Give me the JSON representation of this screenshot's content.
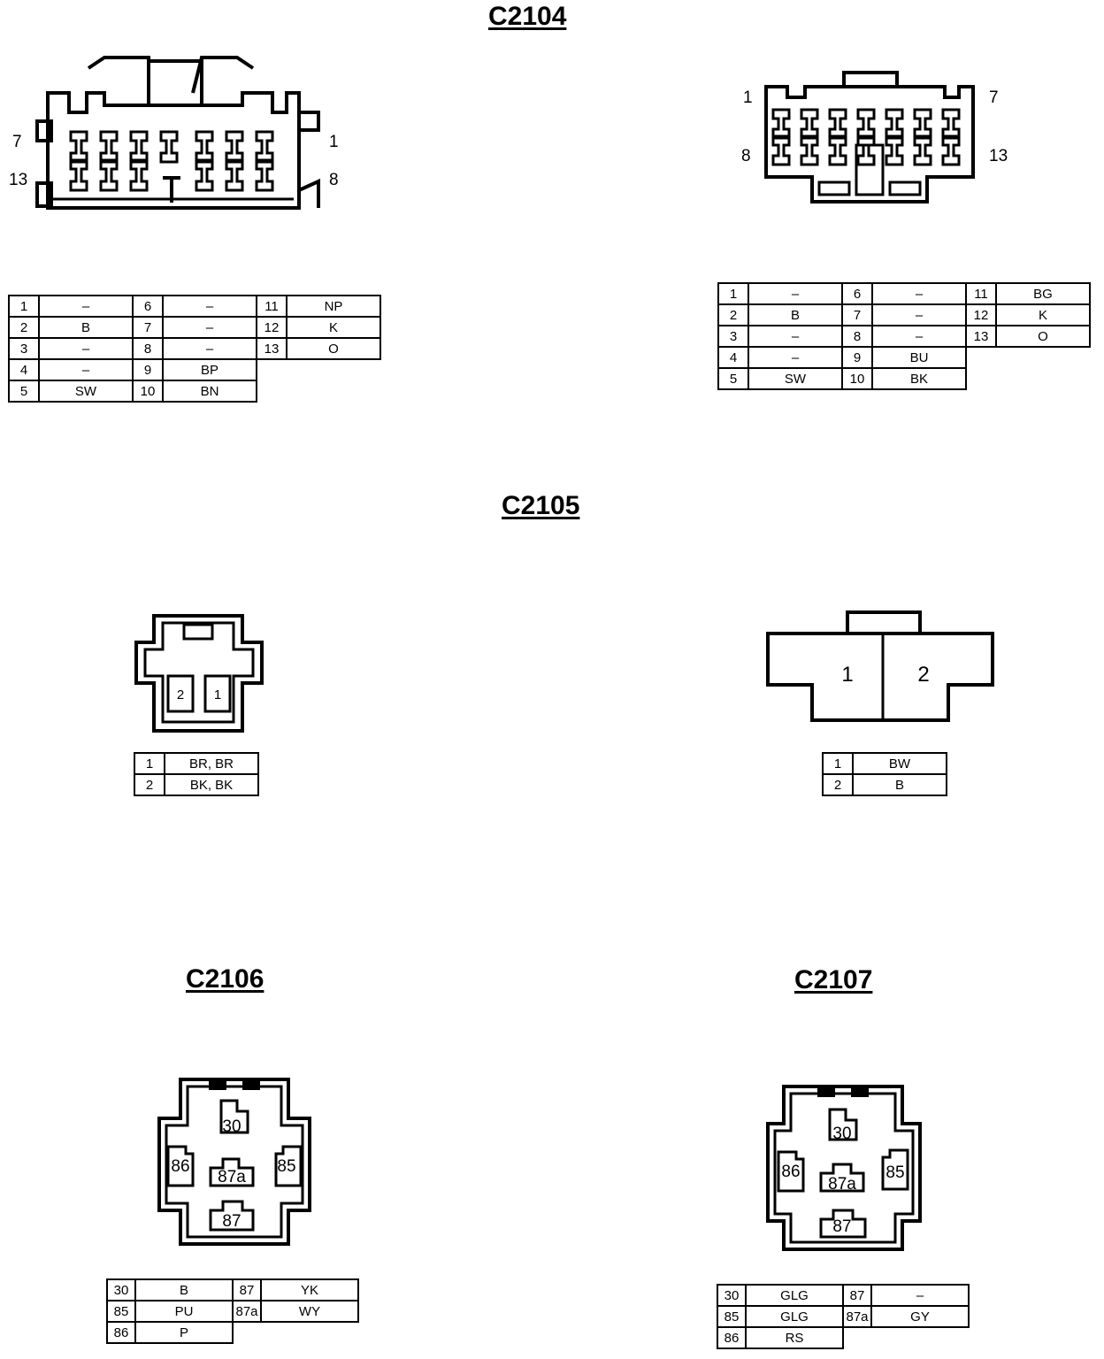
{
  "connectors": [
    {
      "id": "C2104",
      "views": [
        {
          "labels": {
            "top_left": "7",
            "bottom_left": "13",
            "top_right": "1",
            "bottom_right": "8"
          },
          "pins": [
            [
              {
                "n": "1",
                "c": "–"
              },
              {
                "n": "6",
                "c": "–"
              },
              {
                "n": "11",
                "c": "NP"
              }
            ],
            [
              {
                "n": "2",
                "c": "B"
              },
              {
                "n": "7",
                "c": "–"
              },
              {
                "n": "12",
                "c": "K"
              }
            ],
            [
              {
                "n": "3",
                "c": "–"
              },
              {
                "n": "8",
                "c": "–"
              },
              {
                "n": "13",
                "c": "O"
              }
            ],
            [
              {
                "n": "4",
                "c": "–"
              },
              {
                "n": "9",
                "c": "BP"
              }
            ],
            [
              {
                "n": "5",
                "c": "SW"
              },
              {
                "n": "10",
                "c": "BN"
              }
            ]
          ]
        },
        {
          "labels": {
            "top_left": "1",
            "bottom_left": "8",
            "top_right": "7",
            "bottom_right": "13"
          },
          "pins": [
            [
              {
                "n": "1",
                "c": "–"
              },
              {
                "n": "6",
                "c": "–"
              },
              {
                "n": "11",
                "c": "BG"
              }
            ],
            [
              {
                "n": "2",
                "c": "B"
              },
              {
                "n": "7",
                "c": "–"
              },
              {
                "n": "12",
                "c": "K"
              }
            ],
            [
              {
                "n": "3",
                "c": "–"
              },
              {
                "n": "8",
                "c": "–"
              },
              {
                "n": "13",
                "c": "O"
              }
            ],
            [
              {
                "n": "4",
                "c": "–"
              },
              {
                "n": "9",
                "c": "BU"
              }
            ],
            [
              {
                "n": "5",
                "c": "SW"
              },
              {
                "n": "10",
                "c": "BK"
              }
            ]
          ]
        }
      ]
    },
    {
      "id": "C2105",
      "views": [
        {
          "cavities": [
            "2",
            "1"
          ],
          "pins": [
            [
              {
                "n": "1",
                "c": "BR, BR"
              }
            ],
            [
              {
                "n": "2",
                "c": "BK, BK"
              }
            ]
          ]
        },
        {
          "cavities": [
            "1",
            "2"
          ],
          "pins": [
            [
              {
                "n": "1",
                "c": "BW"
              }
            ],
            [
              {
                "n": "2",
                "c": "B"
              }
            ]
          ]
        }
      ]
    },
    {
      "id": "C2106",
      "cavities": [
        "30",
        "86",
        "87a",
        "85",
        "87"
      ],
      "pins": [
        [
          {
            "n": "30",
            "c": "B"
          },
          {
            "n": "87",
            "c": "YK"
          }
        ],
        [
          {
            "n": "85",
            "c": "PU"
          },
          {
            "n": "87a",
            "c": "WY"
          }
        ],
        [
          {
            "n": "86",
            "c": "P"
          }
        ]
      ]
    },
    {
      "id": "C2107",
      "cavities": [
        "30",
        "86",
        "87a",
        "85",
        "87"
      ],
      "pins": [
        [
          {
            "n": "30",
            "c": "GLG"
          },
          {
            "n": "87",
            "c": "–"
          }
        ],
        [
          {
            "n": "85",
            "c": "GLG"
          },
          {
            "n": "87a",
            "c": "GY"
          }
        ],
        [
          {
            "n": "86",
            "c": "RS"
          }
        ]
      ]
    }
  ]
}
